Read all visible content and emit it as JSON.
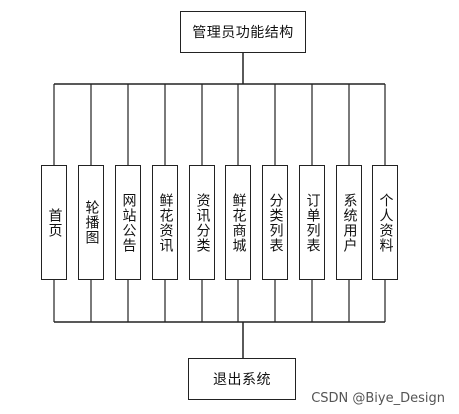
{
  "diagram": {
    "root": "管理员功能结构",
    "exit": "退出系统",
    "modules": [
      "首页",
      "轮播图",
      "网站公告",
      "鲜花资讯",
      "资讯分类",
      "鲜花商城",
      "分类列表",
      "订单列表",
      "系统用户",
      "个人资料"
    ]
  },
  "watermark": "CSDN @Biye_Design"
}
